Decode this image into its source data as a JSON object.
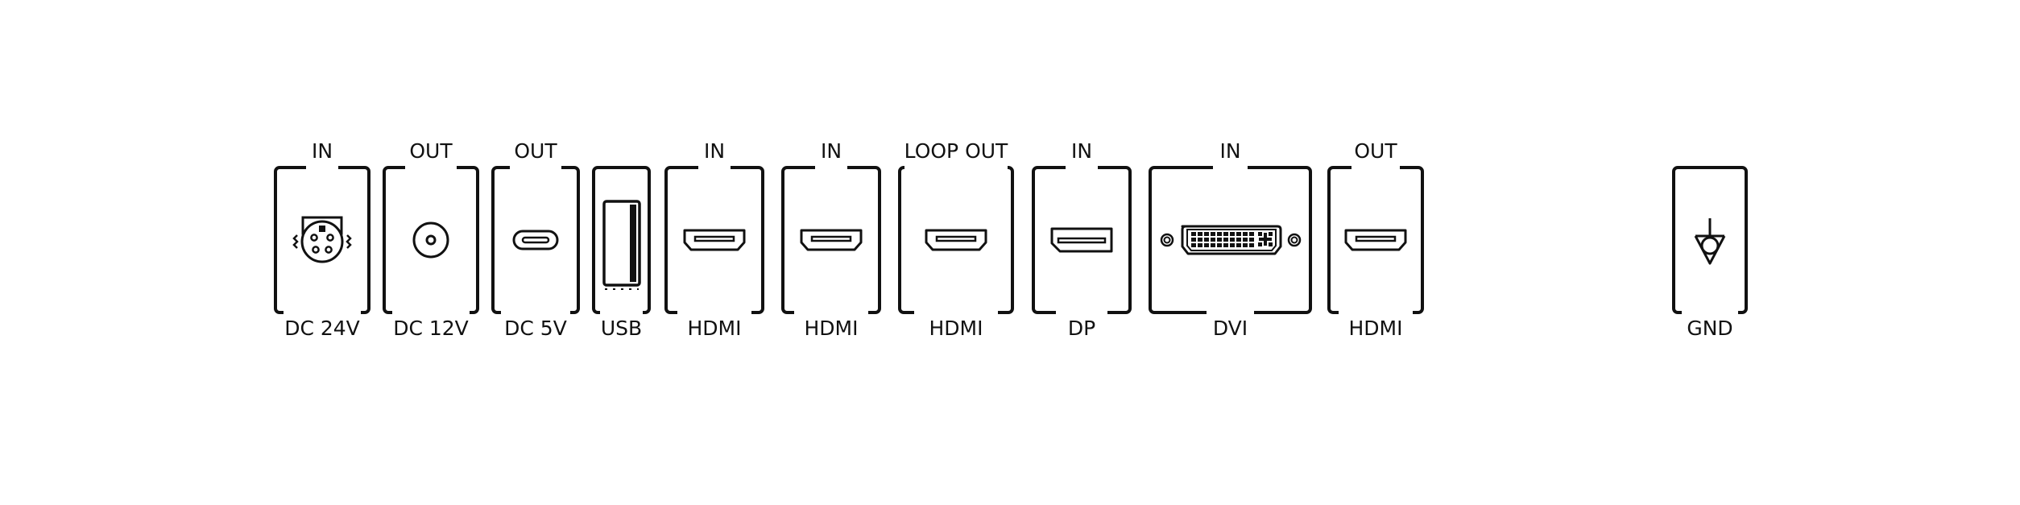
{
  "ports": [
    {
      "id": "dc24v",
      "icon": "power-din-4pin-icon",
      "top_label": "IN",
      "bottom_label": "DC 24V"
    },
    {
      "id": "dc12v",
      "icon": "barrel-jack-icon",
      "top_label": "OUT",
      "bottom_label": "DC 12V"
    },
    {
      "id": "dc5v",
      "icon": "usb-c-icon",
      "top_label": "OUT",
      "bottom_label": "DC 5V"
    },
    {
      "id": "usb",
      "icon": "usb-a-icon",
      "top_label": "",
      "bottom_label": "USB"
    },
    {
      "id": "hdmi-in-1",
      "icon": "hdmi-icon",
      "top_label": "IN",
      "bottom_label": "HDMI"
    },
    {
      "id": "hdmi-in-2",
      "icon": "hdmi-icon",
      "top_label": "IN",
      "bottom_label": "HDMI"
    },
    {
      "id": "hdmi-loop-out",
      "icon": "hdmi-icon",
      "top_label": "LOOP OUT",
      "bottom_label": "HDMI"
    },
    {
      "id": "dp-in",
      "icon": "displayport-icon",
      "top_label": "IN",
      "bottom_label": "DP"
    },
    {
      "id": "dvi-in",
      "icon": "dvi-icon",
      "top_label": "IN",
      "bottom_label": "DVI"
    },
    {
      "id": "hdmi-out",
      "icon": "hdmi-icon",
      "top_label": "OUT",
      "bottom_label": "HDMI"
    },
    {
      "id": "gnd",
      "icon": "ground-terminal-icon",
      "top_label": "",
      "bottom_label": "GND"
    }
  ],
  "colors": {
    "line": "#111111",
    "background": "#ffffff"
  }
}
